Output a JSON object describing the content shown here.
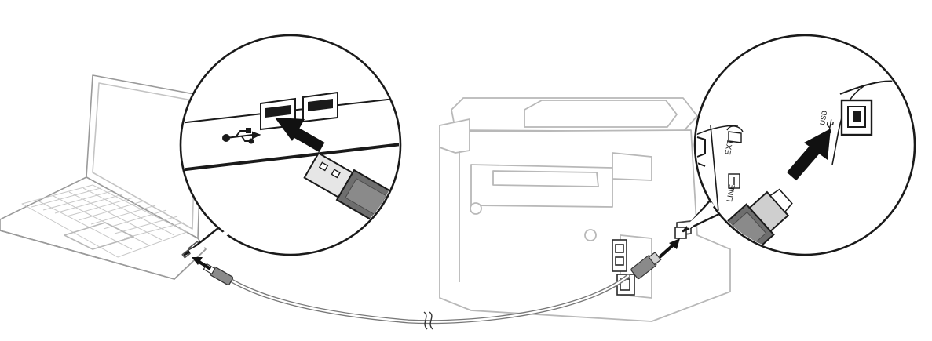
{
  "labels": {
    "usb": "USB",
    "ext": "EXT.",
    "line": "LINE"
  },
  "colors": {
    "outline": "#1a1a1a",
    "faint_outline": "#b8b8b8",
    "arrow": "#111111",
    "usb_plug_dark": "#6e6e6e",
    "usb_plug_light": "#cfcfcf",
    "background": "#ffffff"
  },
  "icons": [
    "usb-symbol-icon",
    "telephone-icon",
    "phone-jack-icon"
  ]
}
